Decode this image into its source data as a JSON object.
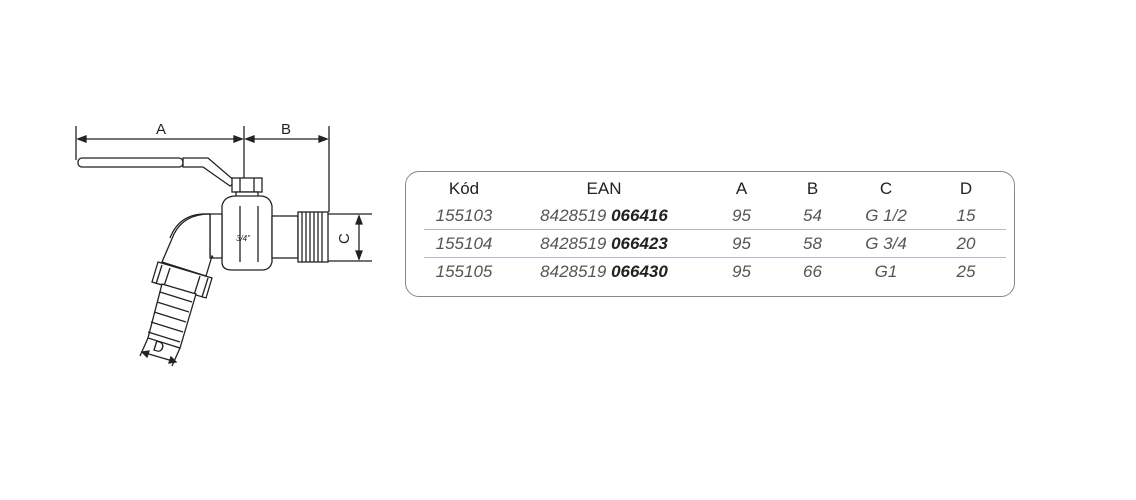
{
  "drawing": {
    "dimension_labels": {
      "a": "A",
      "b": "B",
      "c": "C",
      "d": "D"
    },
    "body_marking": "3/4\""
  },
  "table": {
    "headers": {
      "kod": "Kód",
      "ean": "EAN",
      "a": "A",
      "b": "B",
      "c": "C",
      "d": "D"
    },
    "rows": [
      {
        "kod": "155103",
        "ean_prefix": "8428519",
        "ean_suffix": "066416",
        "a": "95",
        "b": "54",
        "c": "G 1/2",
        "d": "15"
      },
      {
        "kod": "155104",
        "ean_prefix": "8428519",
        "ean_suffix": "066423",
        "a": "95",
        "b": "58",
        "c": "G 3/4",
        "d": "20"
      },
      {
        "kod": "155105",
        "ean_prefix": "8428519",
        "ean_suffix": "066430",
        "a": "95",
        "b": "66",
        "c": "G1",
        "d": "25"
      }
    ]
  },
  "colors": {
    "box_border": "#7b8b99",
    "row_divider": "#aebccc",
    "line": "#222222"
  }
}
